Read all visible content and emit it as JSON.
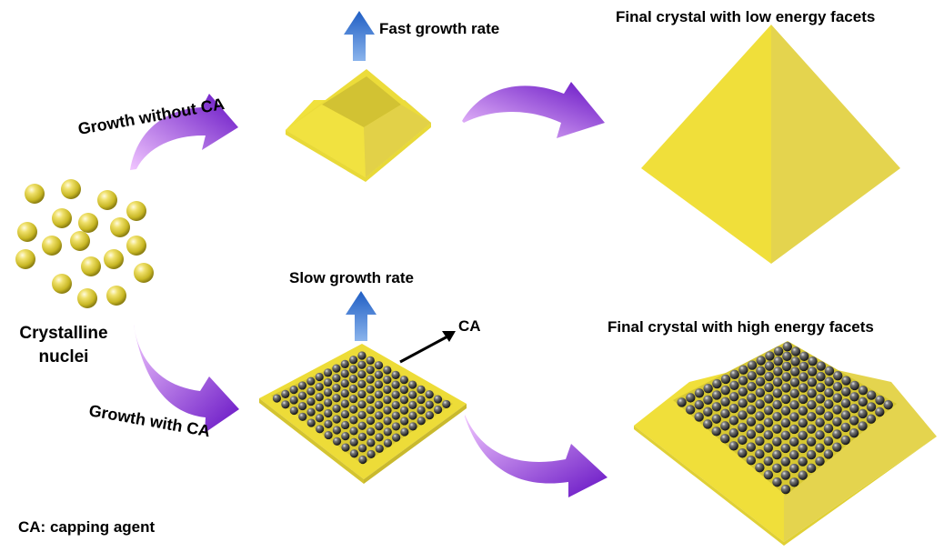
{
  "labels": {
    "fast_growth": "Fast growth rate",
    "slow_growth": "Slow growth rate",
    "growth_without_ca": "Growth without CA",
    "growth_with_ca": "Growth with CA",
    "final_low": "Final crystal with low energy facets",
    "final_high": "Final crystal with high energy facets",
    "nuclei_line1": "Crystalline",
    "nuclei_line2": "nuclei",
    "ca_pointer": "CA",
    "legend": "CA: capping agent"
  },
  "colors": {
    "crystal_top": "#d9c93a",
    "crystal_left": "#f0e13c",
    "crystal_right": "#e4d44a",
    "crystal_front": "#e8d938",
    "arrow_start": "#e6a8ff",
    "arrow_end": "#6a14c8",
    "growth_arrow": "#2f6fd0",
    "sphere": "#d6c634",
    "capping_sphere": "#3a3a3a"
  },
  "icons": [
    "gold-nucleus-sphere",
    "capping-agent-sphere",
    "blue-up-arrow",
    "purple-curved-arrow"
  ]
}
